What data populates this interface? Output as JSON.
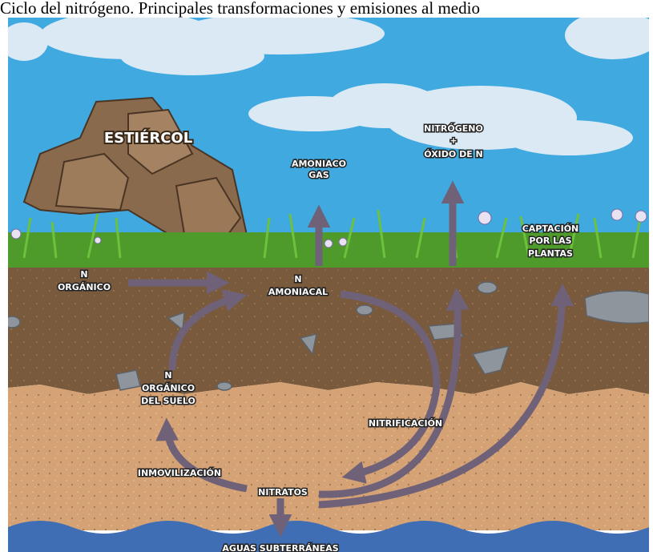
{
  "title": "Ciclo del nitrógeno. Principales transformaciones y emisiones al medio",
  "labels": {
    "manure": "ESTIÉRCOL",
    "ammonia_gas_1": "AMONIACO",
    "ammonia_gas_2": "GAS",
    "nitrogen_oxide_1": "NITRÓGENO",
    "nitrogen_oxide_2": "+",
    "nitrogen_oxide_3": "ÓXIDO DE N",
    "plant_uptake_1": "CAPTACIÓN",
    "plant_uptake_2": "POR LAS",
    "plant_uptake_3": "PLANTAS",
    "organic_n_1": "N",
    "organic_n_2": "ORGÁNICO",
    "ammoniacal_n_1": "N",
    "ammoniacal_n_2": "AMONIACAL",
    "soil_organic_n_1": "N",
    "soil_organic_n_2": "ORGÁNICO",
    "soil_organic_n_3": "DEL SUELO",
    "nitrification": "NITRIFICACIÓN",
    "immobilization": "INMOVILIZACIÓN",
    "nitrates": "NITRATOS",
    "groundwater": "AGUAS SUBTERRÁNEAS"
  },
  "colors": {
    "sky": "#3fa9e0",
    "cloud": "#dbe9f5",
    "grass": "#4e9a2a",
    "topsoil": "#7a5a3c",
    "subsoil": "#d4a274",
    "water": "#3f6eb5",
    "arrow": "#6f6178",
    "manure": "#8a6a4c"
  }
}
